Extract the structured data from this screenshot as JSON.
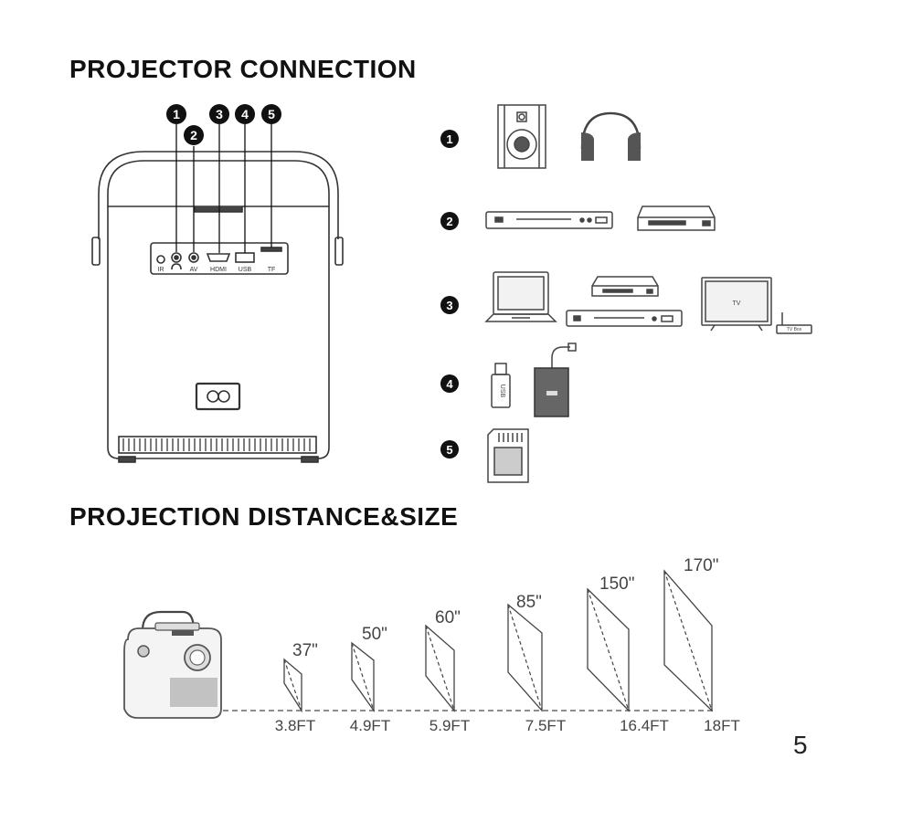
{
  "sections": {
    "connection": {
      "title": "PROJECTOR CONNECTION"
    },
    "distance": {
      "title": "PROJECTION DISTANCE&SIZE"
    }
  },
  "markers": [
    "1",
    "2",
    "3",
    "4",
    "5"
  ],
  "ports": [
    {
      "label": "IR"
    },
    {
      "label": "AV"
    },
    {
      "label": "HDMI"
    },
    {
      "label": "USB"
    },
    {
      "label": "TF"
    }
  ],
  "devices": {
    "tv_label": "TV",
    "tv_box_label": "TV Box",
    "usb_label": "USB"
  },
  "projection": [
    {
      "size": "37\"",
      "distance": "3.8FT"
    },
    {
      "size": "50\"",
      "distance": "4.9FT"
    },
    {
      "size": "60\"",
      "distance": "5.9FT"
    },
    {
      "size": "85\"",
      "distance": "7.5FT"
    },
    {
      "size": "150\"",
      "distance": "16.4FT"
    },
    {
      "size": "170\"",
      "distance": "18FT"
    }
  ],
  "page_number": "5"
}
